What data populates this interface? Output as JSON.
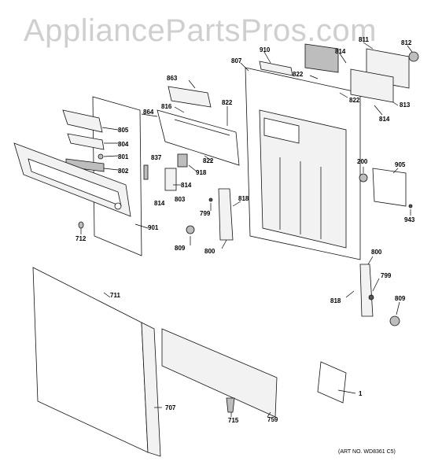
{
  "watermark": "AppliancePartsPros.com",
  "art_number": "(ART NO. WD8361 C5)",
  "part_labels": [
    "805",
    "804",
    "801",
    "802",
    "901",
    "712",
    "864",
    "816",
    "822",
    "837",
    "918",
    "814",
    "803",
    "822",
    "814",
    "809",
    "799",
    "818",
    "800",
    "863",
    "807",
    "910",
    "822",
    "814",
    "811",
    "812",
    "822",
    "813",
    "814",
    "200",
    "905",
    "943",
    "800",
    "799",
    "818",
    "809",
    "711",
    "707",
    "715",
    "759",
    "1"
  ]
}
